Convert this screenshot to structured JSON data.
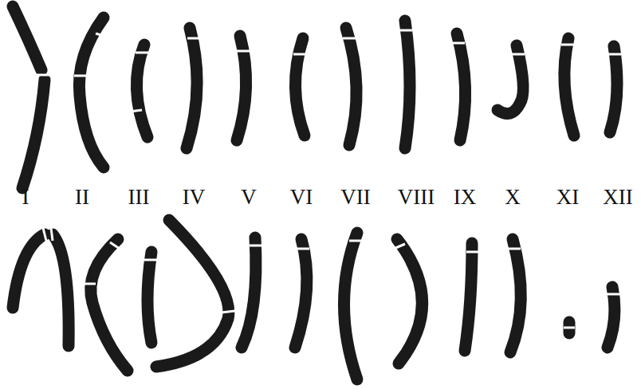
{
  "diagram": {
    "labels": [
      "I",
      "II",
      "III",
      "IV",
      "V",
      "VI",
      "VII",
      "VIII",
      "IX",
      "X",
      "XI",
      "XII"
    ]
  }
}
